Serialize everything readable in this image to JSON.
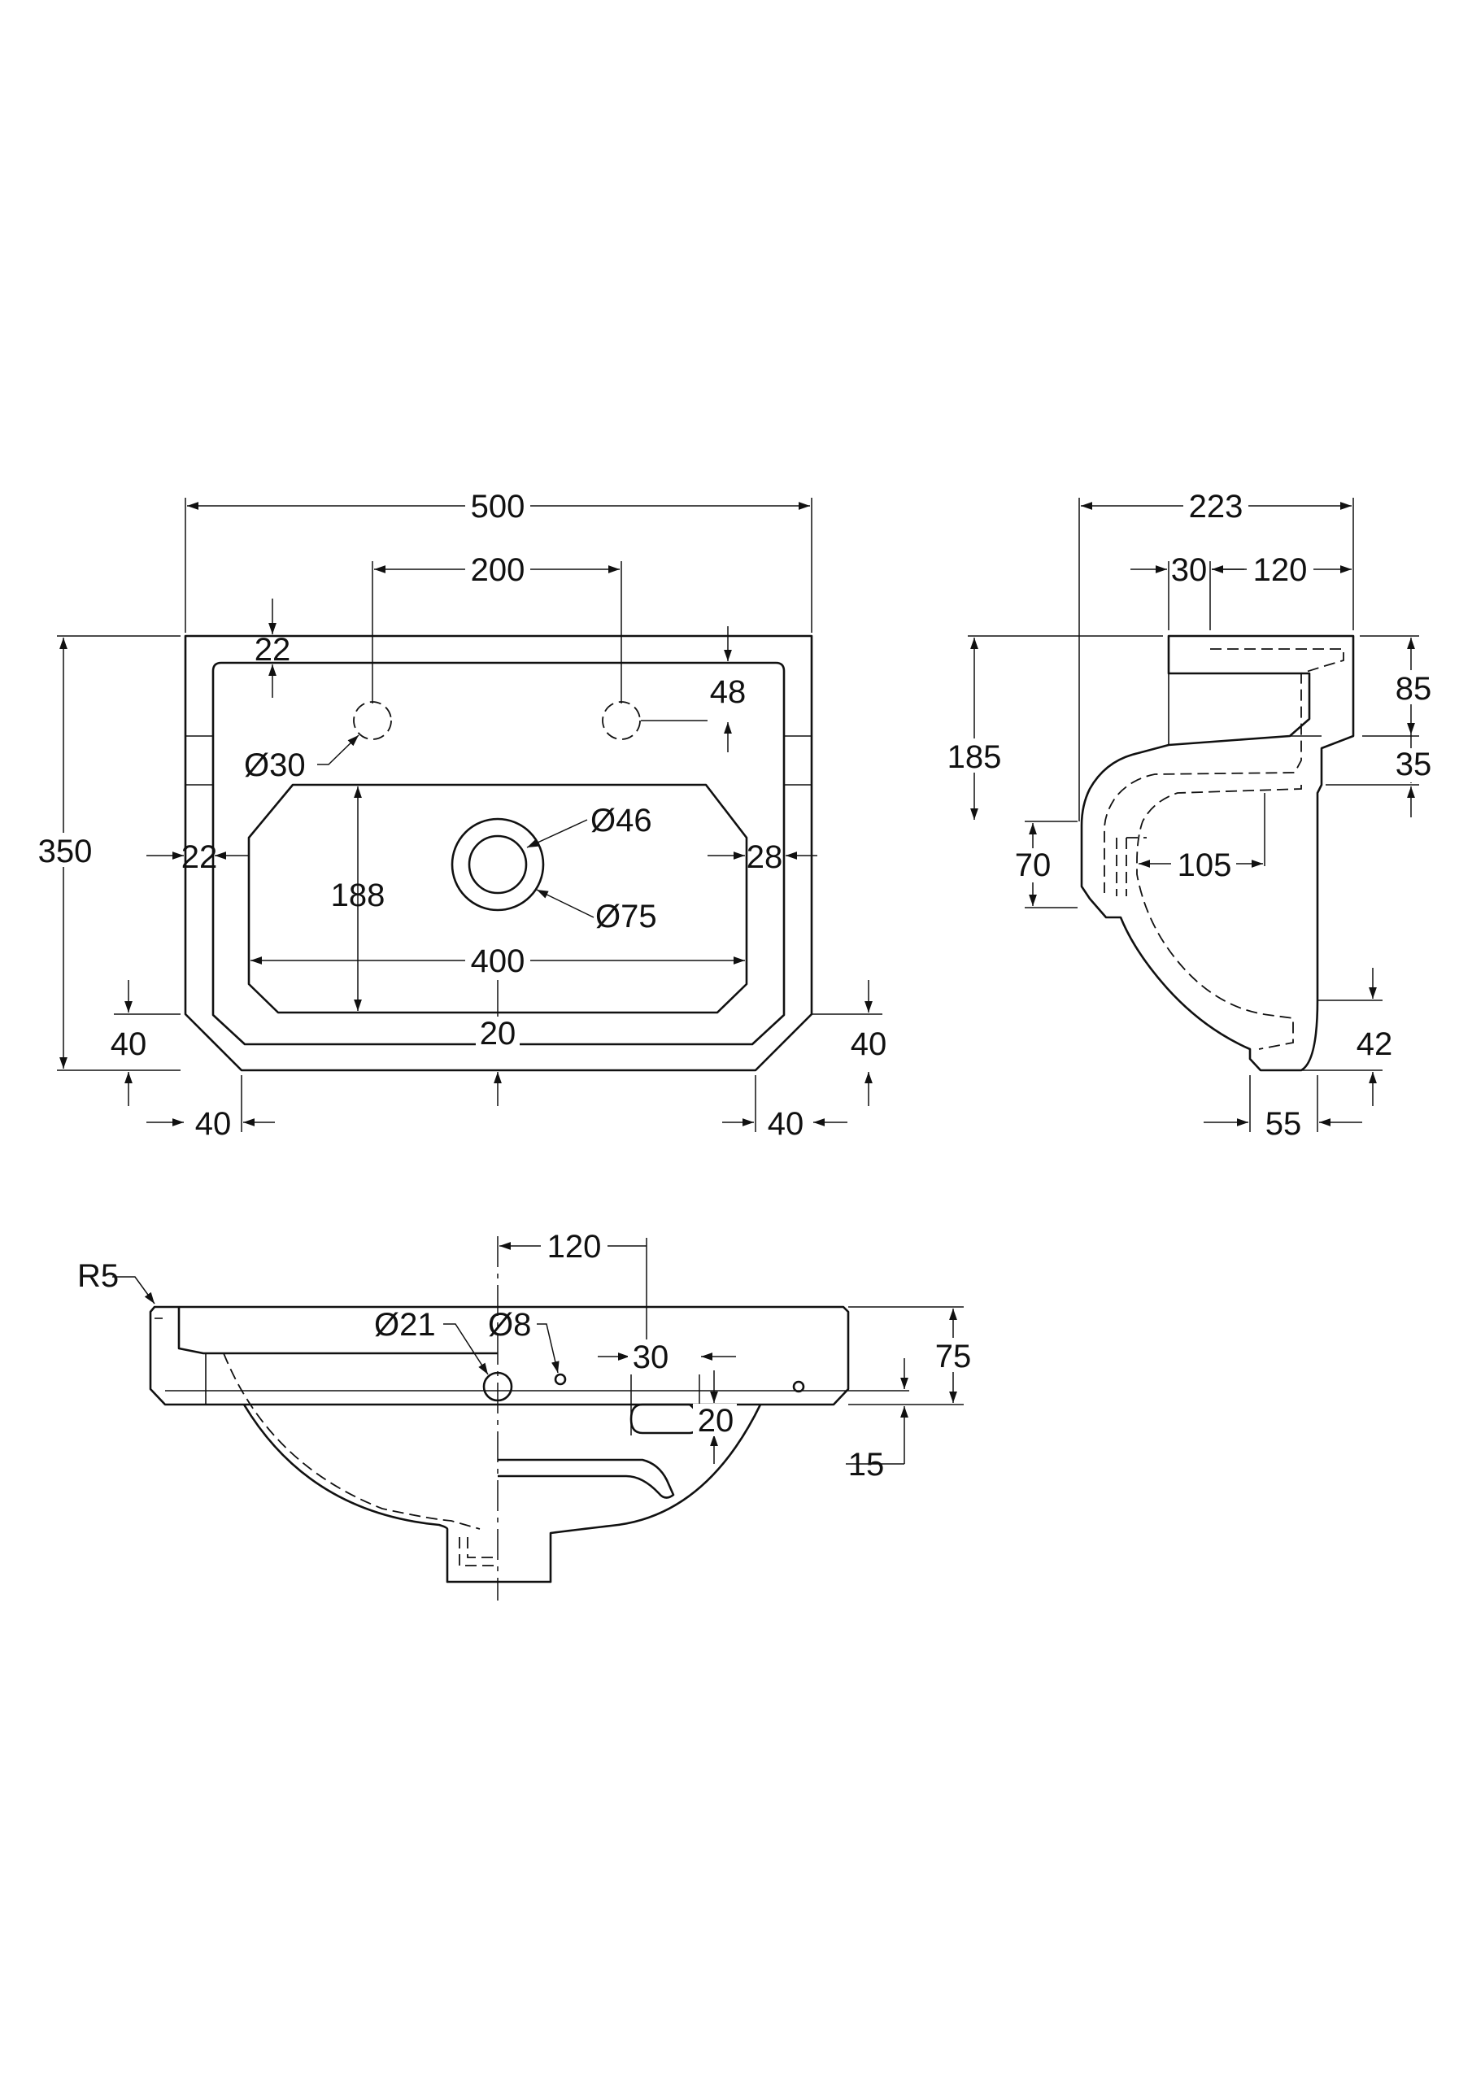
{
  "line_color": "#111111",
  "background": "#ffffff",
  "plan_view": {
    "overall_width": "500",
    "tap_hole_spacing": "200",
    "tap_hole_top_offset": "22",
    "tap_hole_side_offset": "48",
    "tap_hole_diameter": "Ø30",
    "overall_depth": "350",
    "bowl_left_margin": "22",
    "bowl_right_margin": "28",
    "bowl_depth": "188",
    "bowl_width": "400",
    "waste_diameter_inner": "Ø46",
    "waste_diameter_outer": "Ø75",
    "front_rim": "20",
    "chamfer_left_vertical": "40",
    "chamfer_right_vertical": "40",
    "chamfer_left_horizontal": "40",
    "chamfer_right_horizontal": "40"
  },
  "side_view": {
    "overall_projection": "223",
    "rear_offset": "30",
    "top_depth": "120",
    "height": "185",
    "top_section": "85",
    "step": "35",
    "overflow_height": "70",
    "bowl_depth": "105",
    "base_height": "42",
    "base_width": "55"
  },
  "front_view": {
    "corner_radius": "R5",
    "waste_offset": "120",
    "overflow_diameter": "Ø21",
    "small_hole_diameter": "Ø8",
    "slot_width": "30",
    "slot_height": "20",
    "overall_height": "75",
    "rim_thickness": "15"
  }
}
